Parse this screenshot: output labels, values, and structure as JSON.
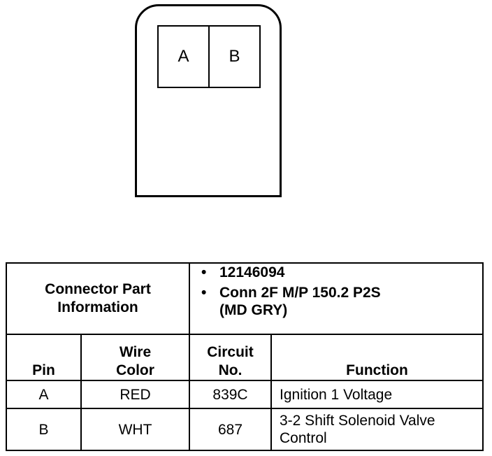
{
  "connector_face": {
    "cavities": [
      "A",
      "B"
    ]
  },
  "table": {
    "part_info_label": [
      "Connector Part",
      "Information"
    ],
    "part_info_items": [
      {
        "bullet": "•",
        "lines": [
          "12146094"
        ]
      },
      {
        "bullet": "•",
        "lines": [
          "Conn 2F M/P 150.2 P2S",
          "(MD GRY)"
        ]
      }
    ],
    "columns": {
      "pin": "Pin",
      "wire_color": [
        "Wire",
        "Color"
      ],
      "circuit": [
        "Circuit",
        "No."
      ],
      "function": "Function"
    },
    "rows": [
      {
        "pin": "A",
        "wire_color": "RED",
        "circuit": "839C",
        "function": [
          "Ignition 1 Voltage"
        ]
      },
      {
        "pin": "B",
        "wire_color": "WHT",
        "circuit": "687",
        "function": [
          "3-2 Shift Solenoid Valve",
          "Control"
        ]
      }
    ]
  }
}
